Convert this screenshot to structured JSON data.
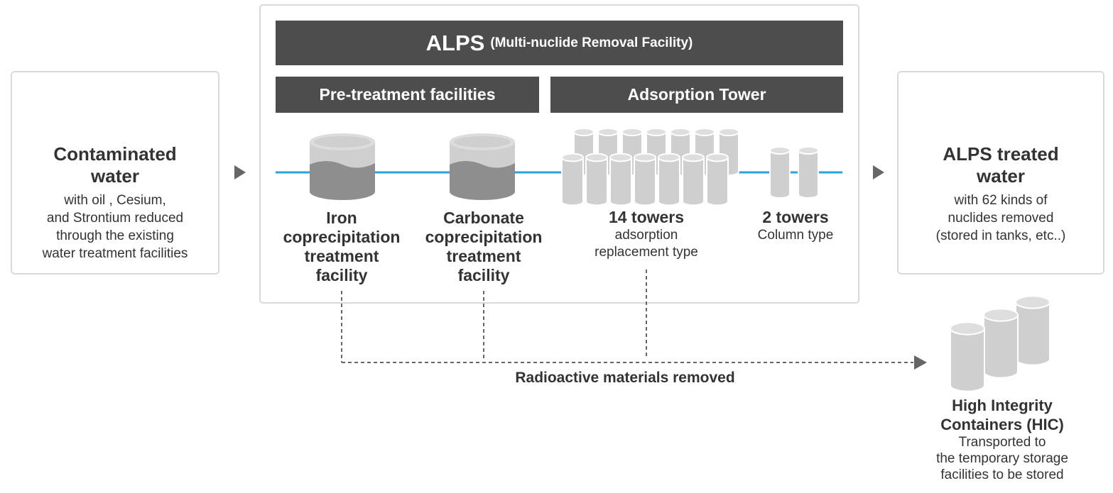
{
  "colors": {
    "dark_bar": "#4d4d4d",
    "card_border": "#d9d9d9",
    "pipe": "#29a3e0",
    "drop_gray": "#8c8c8c",
    "drop_blue": "#1e9be0",
    "cylinder": "#cfcfcf",
    "cylinder_dark": "#8e8e8e",
    "arrow": "#666666"
  },
  "left_card": {
    "icon": "water-drop-gray-icon",
    "title_lines": [
      "Contaminated",
      "water"
    ],
    "desc_lines": [
      "with oil , Cesium,",
      "and Strontium reduced",
      "through the existing",
      "water treatment facilities"
    ]
  },
  "alps": {
    "header_main": "ALPS",
    "header_sub": "(Multi-nuclide Removal Facility)",
    "pretreatment_label": "Pre-treatment facilities",
    "adsorption_label": "Adsorption Tower",
    "iron": {
      "icon": "tank-icon",
      "lines": [
        "Iron",
        "coprecipitation",
        "treatment",
        "facility"
      ]
    },
    "carbonate": {
      "icon": "tank-icon",
      "lines": [
        "Carbonate",
        "coprecipitation",
        "treatment",
        "facility"
      ]
    },
    "towers14": {
      "icon": "tower-cluster-icon",
      "title": "14 towers",
      "desc_lines": [
        "adsorption",
        "replacement type"
      ]
    },
    "towers2": {
      "icon": "tower-pair-icon",
      "title": "2 towers",
      "desc": "Column type"
    }
  },
  "right_card": {
    "icon": "water-drop-blue-icon",
    "title_lines": [
      "ALPS treated",
      "water"
    ],
    "desc_lines": [
      "with 62 kinds of",
      "nuclides removed",
      "(stored in tanks, etc..)"
    ]
  },
  "removed_label": "Radioactive materials removed",
  "hic": {
    "icon": "hic-containers-icon",
    "title_lines": [
      "High Integrity",
      "Containers (HIC)"
    ],
    "desc_lines": [
      "Transported to",
      "the temporary storage",
      "facilities  to be stored"
    ]
  }
}
